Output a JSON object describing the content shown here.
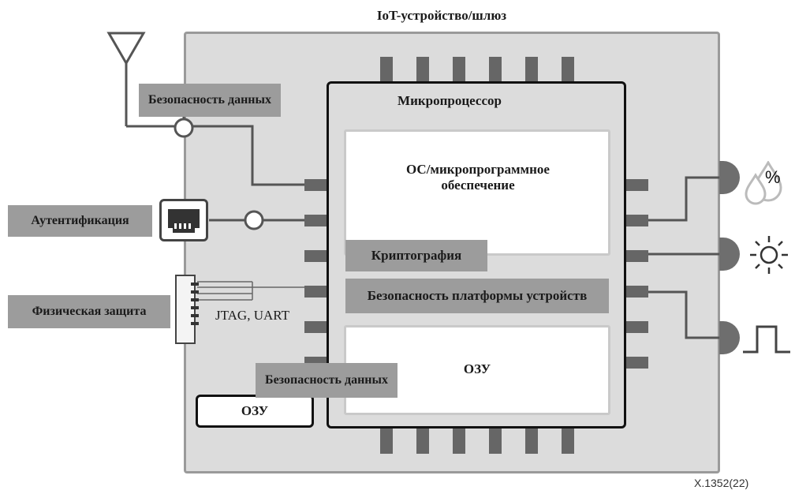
{
  "diagram": {
    "title": "IoT-устройство/шлюз",
    "microprocessor": "Микропроцессор",
    "os_firmware": "ОС/микропрограммное обеспечение",
    "cryptography": "Криптография",
    "platform_security": "Безопасность платформы устройств",
    "ram_inner": "ОЗУ",
    "ram_outer": "ОЗУ",
    "data_security_top": "Безопасность данных",
    "data_security_bottom": "Безопасность данных",
    "authentication": "Аутентификация",
    "physical_protection": "Физическая защита",
    "debug_ports": "JTAG, UART",
    "figure_id": "X.1352(22)",
    "sensor_percent_symbol": "%"
  },
  "icons": [
    "antenna-icon",
    "ethernet-port-icon",
    "humidity-drops-icon",
    "sun-icon",
    "square-wave-icon"
  ],
  "colors": {
    "outer_fill": "#dcdcdc",
    "label_fill": "#9c9c9c",
    "pin_fill": "#666666"
  }
}
